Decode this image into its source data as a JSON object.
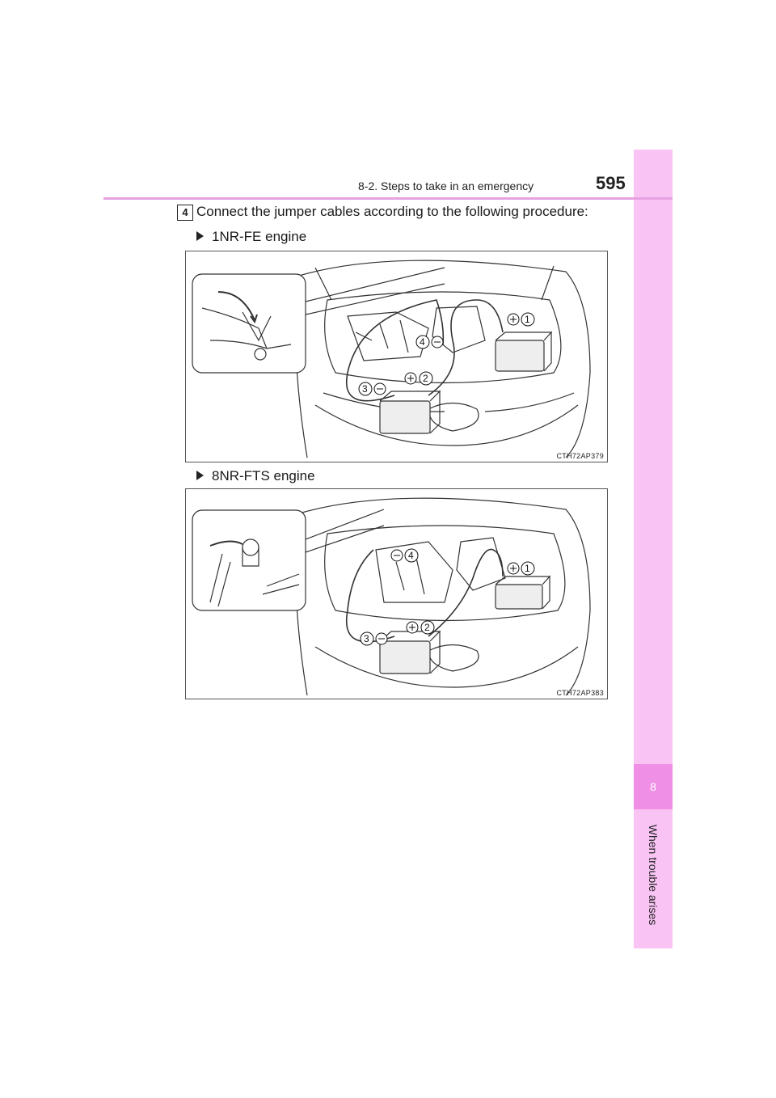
{
  "header": {
    "section": "8-2. Steps to take in an emergency",
    "page_number": "595"
  },
  "side_tab": {
    "chapter_number": "8",
    "chapter_title": "When trouble arises"
  },
  "step": {
    "number": "4",
    "text": "Connect the jumper cables according to the following procedure:"
  },
  "figures": [
    {
      "caption": "1NR-FE engine",
      "code": "CTH72AP379",
      "labels": [
        "1",
        "2",
        "3",
        "4"
      ]
    },
    {
      "caption": "8NR-FTS engine",
      "code": "CTH72AP383",
      "labels": [
        "1",
        "2",
        "3",
        "4"
      ]
    }
  ],
  "colors": {
    "header_rule": "#e7a2e2",
    "side_tab": "#f9c3f4",
    "chapter_box": "#f08fe6"
  }
}
